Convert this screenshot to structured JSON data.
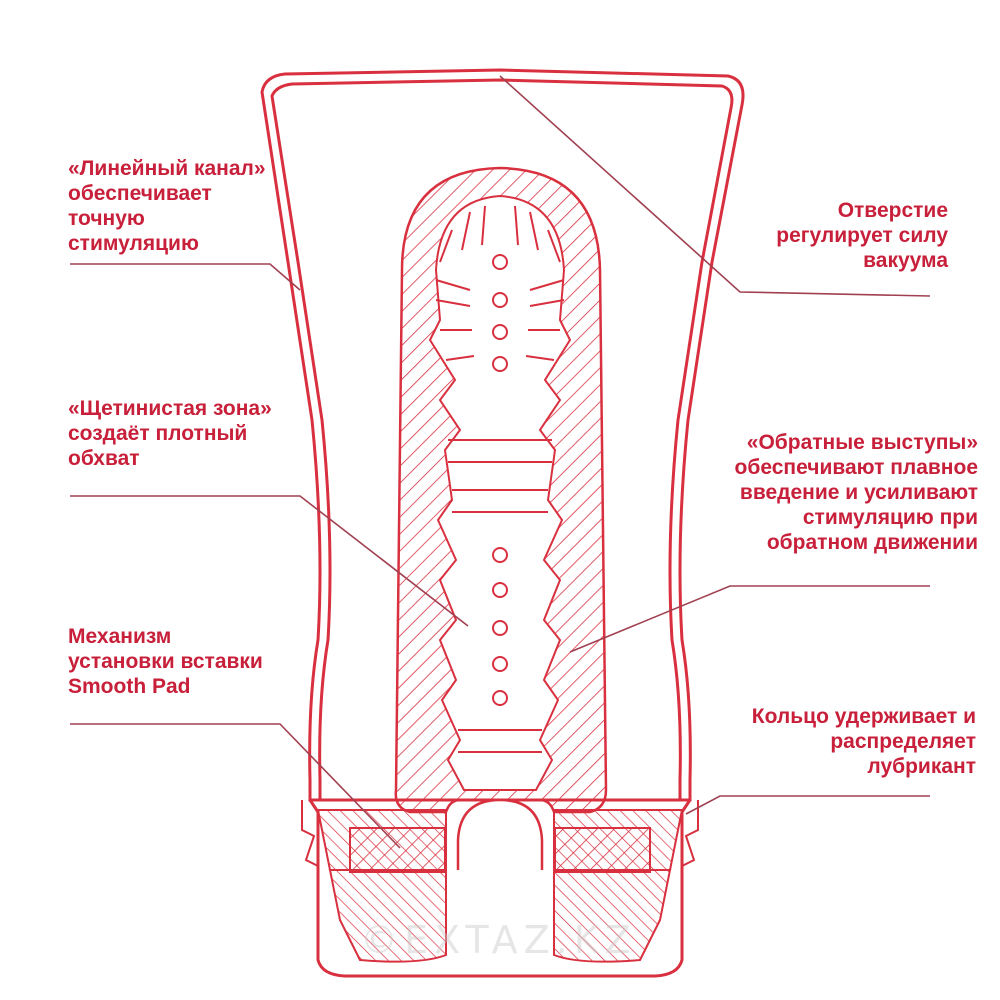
{
  "callouts": {
    "linear_channel": "«Линейный канал»\nобеспечивает\nточную\nстимуляцию",
    "vacuum_hole": "Отверстие\nрегулирует силу\nвакуума",
    "bristle_zone": "«Щетинистая зона»\nсоздаёт плотный\nобхват",
    "reverse_ribs": "«Обратные выступы»\nобеспечивают плавное\nвведение и усиливают\nстимуляцию при\nобратном движении",
    "smooth_pad": "Механизм\nустановки вставки\nSmooth Pad",
    "lube_ring": "Кольцо удерживает и\nраспределяет\nлубрикант"
  },
  "watermark": "©EXTAZ.KZ",
  "colors": {
    "label": "#c8203a",
    "outline": "#d9303f",
    "leader": "#a04050"
  }
}
